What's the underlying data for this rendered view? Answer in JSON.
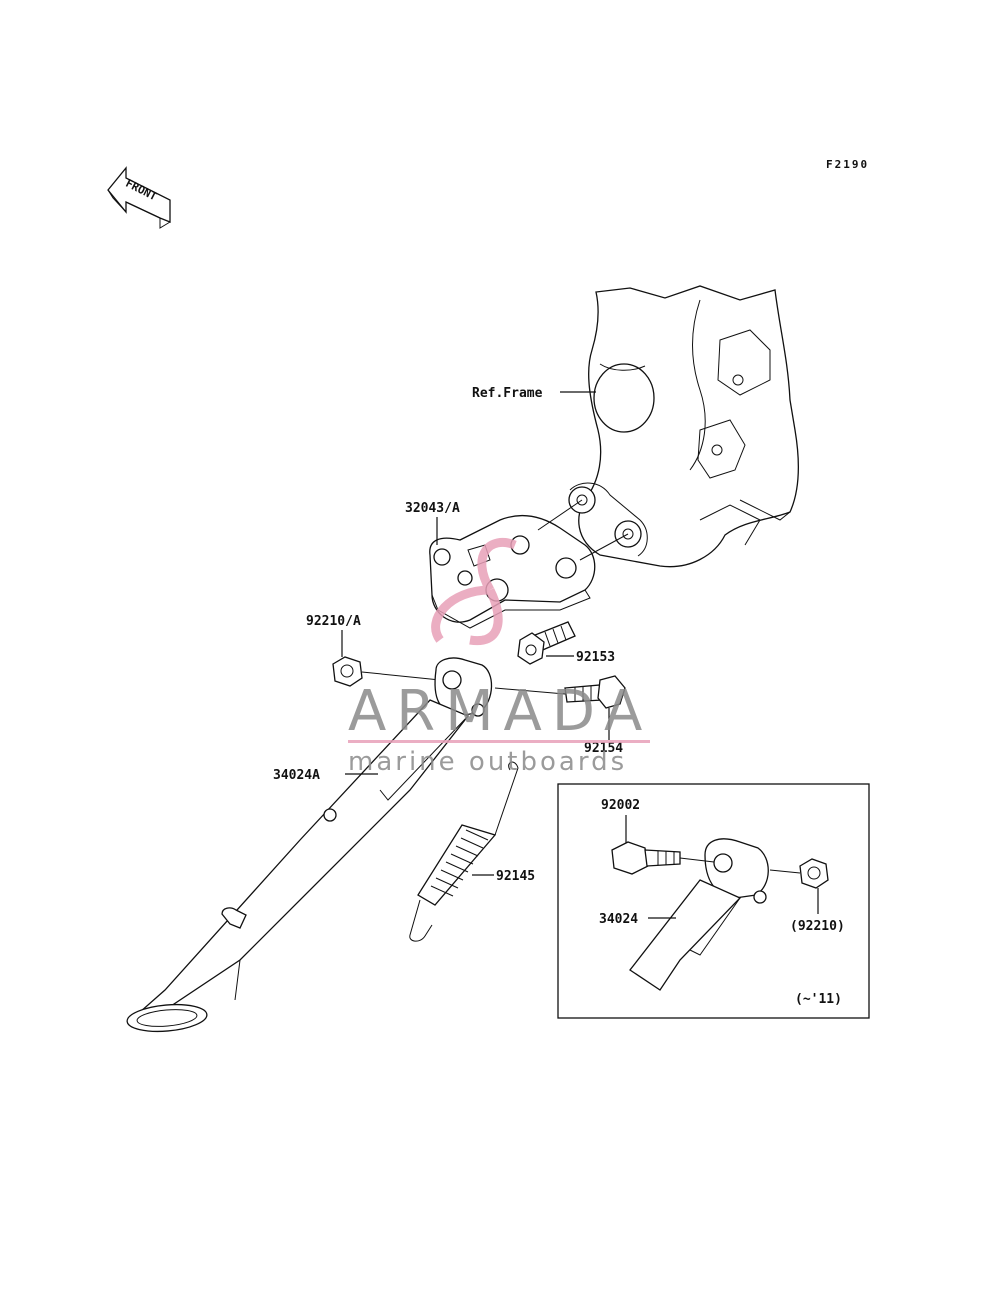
{
  "diagram_code": "F2190",
  "front_arrow_label": "FRONT",
  "labels": {
    "ref_frame": "Ref.Frame",
    "bracket": "32043/A",
    "nut_a": "92210/A",
    "bolt_92153": "92153",
    "bolt_92154": "92154",
    "stand_a": "34024A",
    "spring": "92145",
    "inset_bolt": "92002",
    "inset_stand": "34024",
    "inset_nut": "(92210)",
    "inset_note": "(~'11)"
  },
  "watermark": {
    "brand": "ARMADA",
    "tagline": "marine outboards",
    "accent_color": "#e8a0b8"
  }
}
